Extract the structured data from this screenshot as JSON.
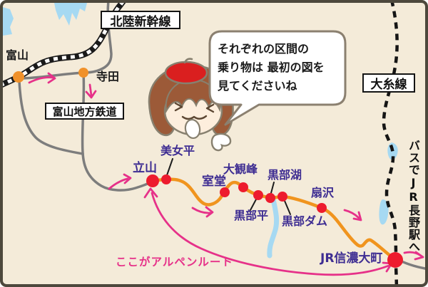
{
  "railway_labels": {
    "hokuriku_shinkansen": "北陸新幹線",
    "toyama_chiho_railway": "富山地方鉄道",
    "oito_line": "大糸線"
  },
  "junction_stations": {
    "toyama": "富山",
    "terada": "寺田"
  },
  "route_stations": [
    {
      "name": "立山"
    },
    {
      "name": "美女平"
    },
    {
      "name": "室堂"
    },
    {
      "name": "大観峰"
    },
    {
      "name": "黒部平"
    },
    {
      "name": "黒部湖"
    },
    {
      "name": "黒部ダム"
    },
    {
      "name": "扇沢"
    },
    {
      "name": "JR信濃大町"
    }
  ],
  "speech_bubble": {
    "lines": [
      "それぞれの区間の",
      "乗り物は 最初の図を",
      "見てくださいね"
    ]
  },
  "notes": {
    "bus_to_nagano": "バスでJR長野駅へ",
    "alpen_route_here": "ここがアルペンルート"
  },
  "icons": {
    "direction_arrow": "pink curved arrow stroke",
    "station_dot": "red filled circle",
    "junction_dot": "orange filled circle",
    "railway_line": "black-white hatched line",
    "dashed_line": "black dashed JR line",
    "speech_bubble": "white rounded balloon with tail",
    "character": "girl with red beret pointing at map"
  },
  "colors": {
    "background": "#f4ebd9",
    "frame_border": "#4d483c",
    "route_orange": "#f0941e",
    "station_dot_red": "#ed1b2e",
    "junction_dot_orange": "#f0912a",
    "highlight_pink": "#e63189",
    "station_text_purple": "#3e2d92",
    "road_gray": "#7d7d7d",
    "water_blue": "#a6d9f2",
    "bubble_border": "#8b8070",
    "hair_brown": "#9c5a38",
    "beret_red": "#da1f1f"
  }
}
